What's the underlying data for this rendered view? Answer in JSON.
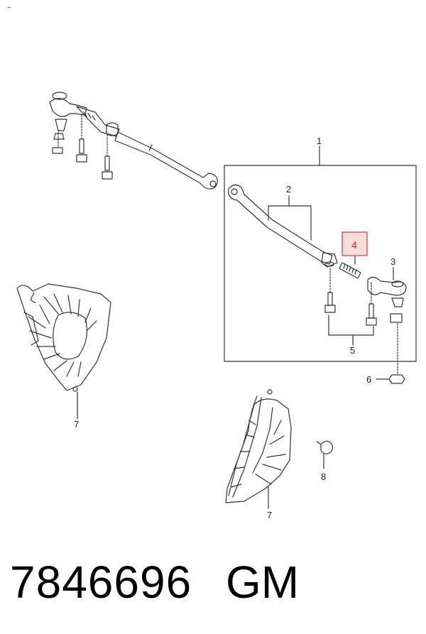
{
  "callouts": {
    "c1": "1",
    "c2": "2",
    "c3": "3",
    "c4": "4",
    "c5": "5",
    "c6": "6",
    "c7a": "7",
    "c7b": "7",
    "c8": "8"
  },
  "highlight_color": "#d9534f",
  "footer": {
    "part_number": "7846696",
    "brand": "GM"
  }
}
